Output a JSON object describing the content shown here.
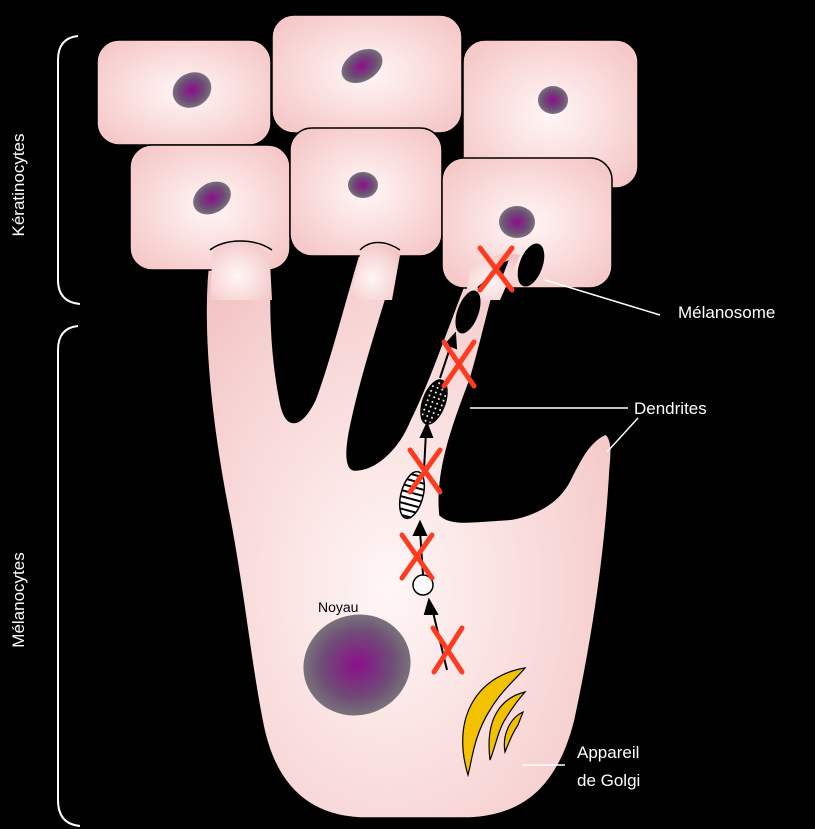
{
  "labels": {
    "keratinocytes": "Kératinocytes",
    "melanocytes": "Mélanocytes",
    "melanosome": "Mélanosome",
    "dendrites": "Dendrites",
    "nucleus": "Noyau",
    "golgi_line1": "Appareil",
    "golgi_line2": "de Golgi"
  },
  "colors": {
    "background": "#000000",
    "cell_fill": "#f8cfcf",
    "cell_light": "#fff3f3",
    "nucleus_outer": "#7a7a7a",
    "nucleus_inner": "#8a1a8a",
    "golgi": "#f2c200",
    "block_mark": "#ff3b1f",
    "text": "#ffffff"
  },
  "block_marks_count": 5
}
